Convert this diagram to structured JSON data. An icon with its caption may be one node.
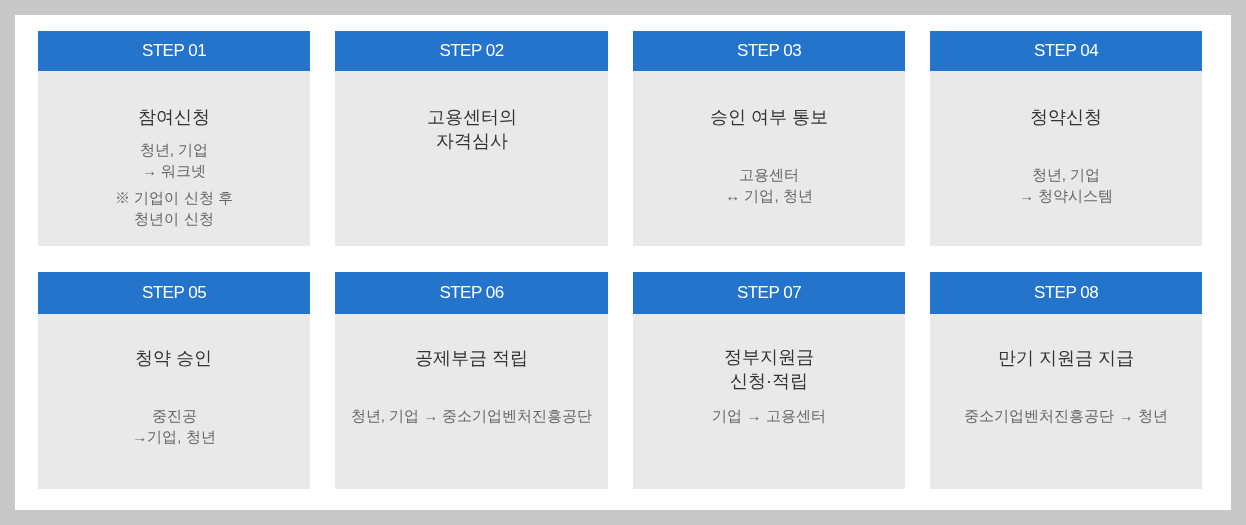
{
  "diagram": {
    "nodes": [
      {
        "text": [
          "STEP 01",
          "참여신청",
          "청년, 기업 → 워크넷",
          "※ 기업이 신청 후 청년이 신청"
        ]
      },
      {
        "text": [
          "STEP 02",
          "고용센터의 자격심사"
        ]
      },
      {
        "text": [
          "STEP 03",
          "승인 여부 통보",
          "고용센터 ↔ 기업, 청년"
        ]
      },
      {
        "text": [
          "STEP 04",
          "청약신청",
          "청년, 기업 → 청약시스템"
        ]
      },
      {
        "text": [
          "STEP 05",
          "청약 승인",
          "중진공 →기업, 청년"
        ]
      },
      {
        "text": [
          "STEP 06",
          "공제부금 적립",
          "청년, 기업 → 중소기업벤처진흥공단"
        ]
      },
      {
        "text": [
          "STEP 07",
          "정부지원금 신청·적립",
          "기업 → 고용센터"
        ]
      },
      {
        "text": [
          "STEP 08",
          "만기 지원금 지급",
          "중소기업벤처진흥공단 → 청년"
        ]
      }
    ]
  }
}
